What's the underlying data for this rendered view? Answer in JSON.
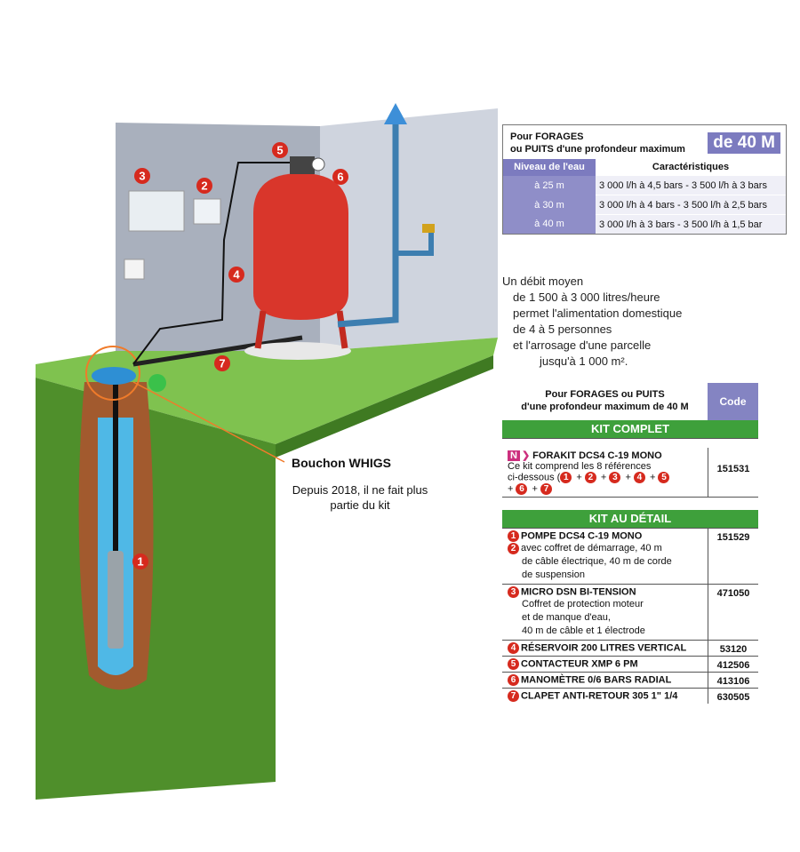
{
  "illustration": {
    "badges": [
      "1",
      "2",
      "3",
      "4",
      "5",
      "6",
      "7"
    ],
    "callout_title": "Bouchon WHIGS",
    "callout_note": "Depuis 2018, il ne fait plus partie du kit",
    "colors": {
      "wall": "#a9b0bd",
      "wall_right": "#cfd4de",
      "grass": "#6dbb45",
      "earth": "#4e8f2a",
      "tank": "#d9362b",
      "pipe": "#3d7eb0",
      "badge": "#d62a1e"
    }
  },
  "depth_table": {
    "header_line1": "Pour FORAGES",
    "header_line2": "ou PUITS d'une profondeur maximum",
    "header_big": "de 40 M",
    "col_level": "Niveau de l'eau",
    "col_specs": "Caractéristiques",
    "rows": [
      {
        "level": "à 25 m",
        "specs": "3 000 l/h à 4,5 bars - 3 500 l/h à 3 bars"
      },
      {
        "level": "à 30 m",
        "specs": "3 000 l/h à 4 bars - 3 500 l/h à 2,5 bars"
      },
      {
        "level": "à 40 m",
        "specs": "3 000 l/h à 3 bars - 3 500 l/h à 1,5 bar"
      }
    ]
  },
  "debit_text": [
    "Un débit moyen",
    "de 1 500 à 3 000 litres/heure",
    "permet l'alimentation domestique",
    "de 4 à 5 personnes",
    "et l'arrosage d'une parcelle",
    "jusqu'à 1 000 m²."
  ],
  "kit": {
    "header_line1": "Pour FORAGES ou PUITS",
    "header_line2": "d'une profondeur maximum de 40 M",
    "code_header": "Code",
    "complet_label": "KIT COMPLET",
    "complet": {
      "new_tag": "N",
      "title": "FORAKIT DCS4 C-19 MONO",
      "line1": "Ce kit comprend les 8 références",
      "line2": "ci-dessous (",
      "code": "151531"
    },
    "detail_label": "KIT AU DÉTAIL",
    "items": [
      {
        "num": "1",
        "title": "POMPE DCS4 C-19 MONO",
        "code": "151529",
        "sub_num": "2",
        "sub": [
          "avec coffret de démarrage, 40 m",
          "de câble électrique, 40 m de corde",
          "de suspension"
        ]
      },
      {
        "num": "3",
        "title": "MICRO DSN BI-TENSION",
        "code": "471050",
        "sub": [
          "Coffret de protection moteur",
          "et de manque d'eau,",
          "40 m de câble et 1 électrode"
        ]
      },
      {
        "num": "4",
        "title": "RÉSERVOIR 200 LITRES VERTICAL",
        "code": "53120"
      },
      {
        "num": "5",
        "title": "CONTACTEUR XMP 6 PM",
        "code": "412506"
      },
      {
        "num": "6",
        "title": "MANOMÈTRE 0/6 BARS RADIAL",
        "code": "413106"
      },
      {
        "num": "7",
        "title": "CLAPET ANTI-RETOUR 305 1\" 1/4",
        "code": "630505"
      }
    ]
  }
}
